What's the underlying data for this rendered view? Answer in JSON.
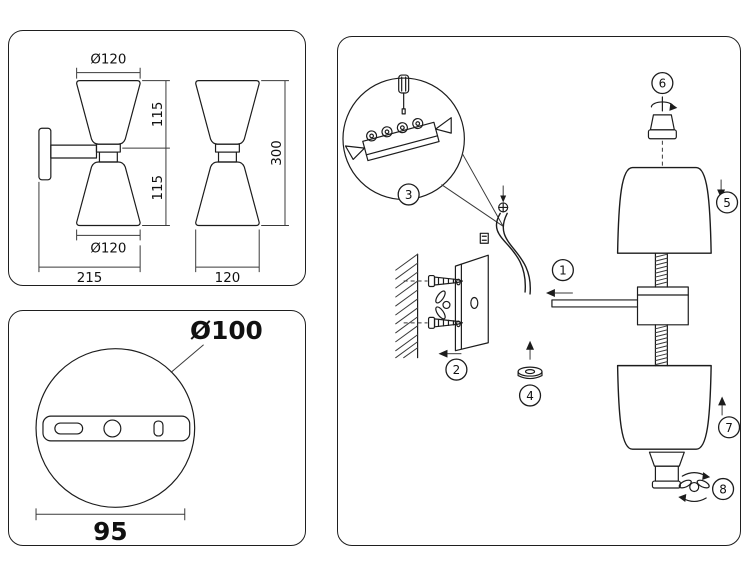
{
  "dimension_panel": {
    "front_view": {
      "top_diameter": "Ø120",
      "upper_height": "115",
      "lower_height": "115",
      "bottom_diameter": "Ø120",
      "overall_width": "215"
    },
    "side_view": {
      "overall_height": "300",
      "width": "120"
    }
  },
  "plate_panel": {
    "diameter": "Ø100",
    "hole_spacing": "95"
  },
  "assembly_panel": {
    "steps": [
      "1",
      "2",
      "3",
      "4",
      "5",
      "6",
      "7",
      "8"
    ]
  }
}
